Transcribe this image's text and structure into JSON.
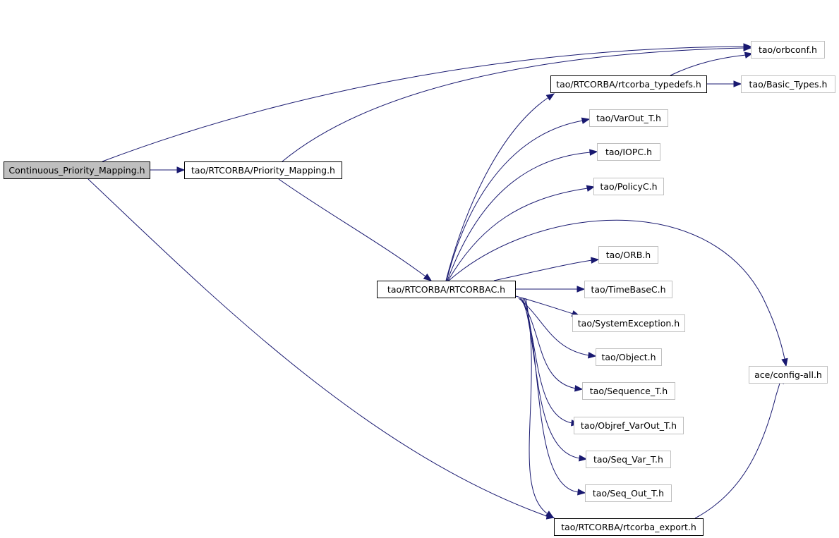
{
  "diagram": {
    "colors": {
      "edge": "#191970",
      "root_fill": "#bfbfbf",
      "solid_border": "#000000",
      "faint_border": "#bfbfbf"
    },
    "nodes": [
      {
        "id": "continuous",
        "label": "Continuous_Priority_Mapping.h",
        "style": "root"
      },
      {
        "id": "priority",
        "label": "tao/RTCORBA/Priority_Mapping.h",
        "style": "solid"
      },
      {
        "id": "typedefs",
        "label": "tao/RTCORBA/rtcorba_typedefs.h",
        "style": "solid"
      },
      {
        "id": "rtcorbac",
        "label": "tao/RTCORBA/RTCORBAC.h",
        "style": "solid"
      },
      {
        "id": "export",
        "label": "tao/RTCORBA/rtcorba_export.h",
        "style": "solid"
      },
      {
        "id": "orbconf",
        "label": "tao/orbconf.h",
        "style": "faint"
      },
      {
        "id": "basic",
        "label": "tao/Basic_Types.h",
        "style": "faint"
      },
      {
        "id": "varout",
        "label": "tao/VarOut_T.h",
        "style": "faint"
      },
      {
        "id": "iopc",
        "label": "tao/IOPC.h",
        "style": "faint"
      },
      {
        "id": "policyc",
        "label": "tao/PolicyC.h",
        "style": "faint"
      },
      {
        "id": "orb",
        "label": "tao/ORB.h",
        "style": "faint"
      },
      {
        "id": "timebase",
        "label": "tao/TimeBaseC.h",
        "style": "faint"
      },
      {
        "id": "sysexc",
        "label": "tao/SystemException.h",
        "style": "faint"
      },
      {
        "id": "object",
        "label": "tao/Object.h",
        "style": "faint"
      },
      {
        "id": "sequence",
        "label": "tao/Sequence_T.h",
        "style": "faint"
      },
      {
        "id": "objref",
        "label": "tao/Objref_VarOut_T.h",
        "style": "faint"
      },
      {
        "id": "seqvar",
        "label": "tao/Seq_Var_T.h",
        "style": "faint"
      },
      {
        "id": "seqout",
        "label": "tao/Seq_Out_T.h",
        "style": "faint"
      },
      {
        "id": "aceconfig",
        "label": "ace/config-all.h",
        "style": "faint"
      }
    ],
    "edges": [
      {
        "from": "continuous",
        "to": "priority"
      },
      {
        "from": "continuous",
        "to": "orbconf"
      },
      {
        "from": "continuous",
        "to": "export"
      },
      {
        "from": "priority",
        "to": "orbconf"
      },
      {
        "from": "priority",
        "to": "rtcorbac"
      },
      {
        "from": "typedefs",
        "to": "orbconf"
      },
      {
        "from": "typedefs",
        "to": "basic"
      },
      {
        "from": "rtcorbac",
        "to": "typedefs"
      },
      {
        "from": "rtcorbac",
        "to": "varout"
      },
      {
        "from": "rtcorbac",
        "to": "iopc"
      },
      {
        "from": "rtcorbac",
        "to": "policyc"
      },
      {
        "from": "rtcorbac",
        "to": "aceconfig"
      },
      {
        "from": "rtcorbac",
        "to": "orb"
      },
      {
        "from": "rtcorbac",
        "to": "timebase"
      },
      {
        "from": "rtcorbac",
        "to": "sysexc"
      },
      {
        "from": "rtcorbac",
        "to": "object"
      },
      {
        "from": "rtcorbac",
        "to": "sequence"
      },
      {
        "from": "rtcorbac",
        "to": "objref"
      },
      {
        "from": "rtcorbac",
        "to": "seqvar"
      },
      {
        "from": "rtcorbac",
        "to": "seqout"
      },
      {
        "from": "rtcorbac",
        "to": "export"
      },
      {
        "from": "export",
        "to": "aceconfig"
      }
    ]
  }
}
